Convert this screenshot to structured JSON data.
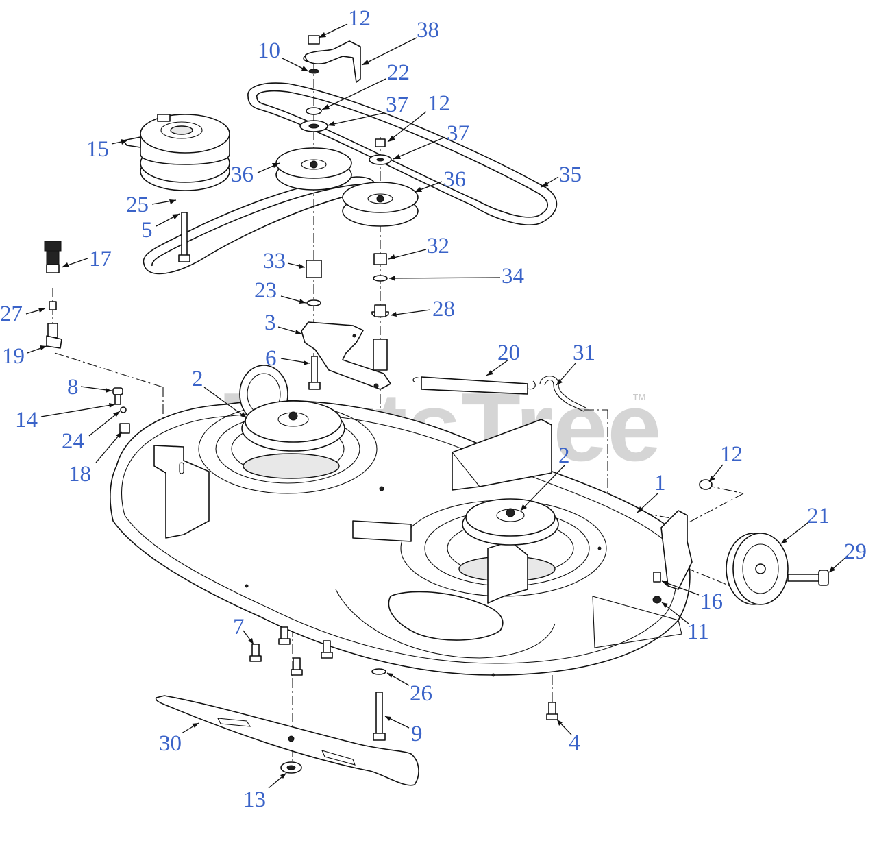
{
  "watermark": {
    "text": "PartsTree",
    "mark": "™"
  },
  "callouts": [
    {
      "id": "c12a",
      "label": "12"
    },
    {
      "id": "c38",
      "label": "38"
    },
    {
      "id": "c10",
      "label": "10"
    },
    {
      "id": "c22",
      "label": "22"
    },
    {
      "id": "c37a",
      "label": "37"
    },
    {
      "id": "c12b",
      "label": "12"
    },
    {
      "id": "c37b",
      "label": "37"
    },
    {
      "id": "c15",
      "label": "15"
    },
    {
      "id": "c36a",
      "label": "36"
    },
    {
      "id": "c36b",
      "label": "36"
    },
    {
      "id": "c35",
      "label": "35"
    },
    {
      "id": "c25",
      "label": "25"
    },
    {
      "id": "c5",
      "label": "5"
    },
    {
      "id": "c17",
      "label": "17"
    },
    {
      "id": "c33",
      "label": "33"
    },
    {
      "id": "c32",
      "label": "32"
    },
    {
      "id": "c34",
      "label": "34"
    },
    {
      "id": "c23",
      "label": "23"
    },
    {
      "id": "c28",
      "label": "28"
    },
    {
      "id": "c27",
      "label": "27"
    },
    {
      "id": "c3",
      "label": "3"
    },
    {
      "id": "c19",
      "label": "19"
    },
    {
      "id": "c6",
      "label": "6"
    },
    {
      "id": "c20",
      "label": "20"
    },
    {
      "id": "c31",
      "label": "31"
    },
    {
      "id": "c8",
      "label": "8"
    },
    {
      "id": "c2a",
      "label": "2"
    },
    {
      "id": "c14",
      "label": "14"
    },
    {
      "id": "c24",
      "label": "24"
    },
    {
      "id": "c18",
      "label": "18"
    },
    {
      "id": "c12c",
      "label": "12"
    },
    {
      "id": "c2b",
      "label": "2"
    },
    {
      "id": "c1",
      "label": "1"
    },
    {
      "id": "c21",
      "label": "21"
    },
    {
      "id": "c29",
      "label": "29"
    },
    {
      "id": "c16",
      "label": "16"
    },
    {
      "id": "c11",
      "label": "11"
    },
    {
      "id": "c7",
      "label": "7"
    },
    {
      "id": "c26",
      "label": "26"
    },
    {
      "id": "c9",
      "label": "9"
    },
    {
      "id": "c30",
      "label": "30"
    },
    {
      "id": "c4",
      "label": "4"
    },
    {
      "id": "c13",
      "label": "13"
    }
  ]
}
